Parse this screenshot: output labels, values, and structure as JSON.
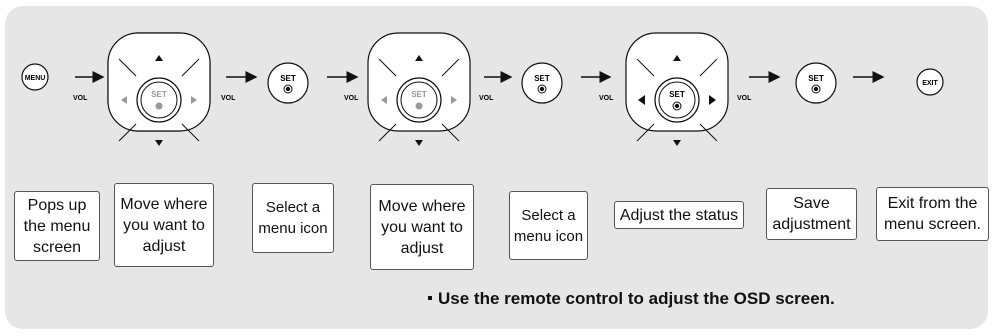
{
  "steps": [
    {
      "label": "Pops up\nthe menu\nscreen"
    },
    {
      "label": "Move where\nyou want to\nadjust"
    },
    {
      "label": "Select a\nmenu icon"
    },
    {
      "label": "Move where\nyou want to\nadjust"
    },
    {
      "label": "Select a\nmenu icon"
    },
    {
      "label": "Adjust the status"
    },
    {
      "label": "Save\nadjustment"
    },
    {
      "label": "Exit from the\nmenu screen."
    }
  ],
  "buttons": {
    "menu": "MENU",
    "set": "SET",
    "exit": "EXIT",
    "vol": "VOL"
  },
  "note": "Use the remote control to adjust the OSD screen."
}
